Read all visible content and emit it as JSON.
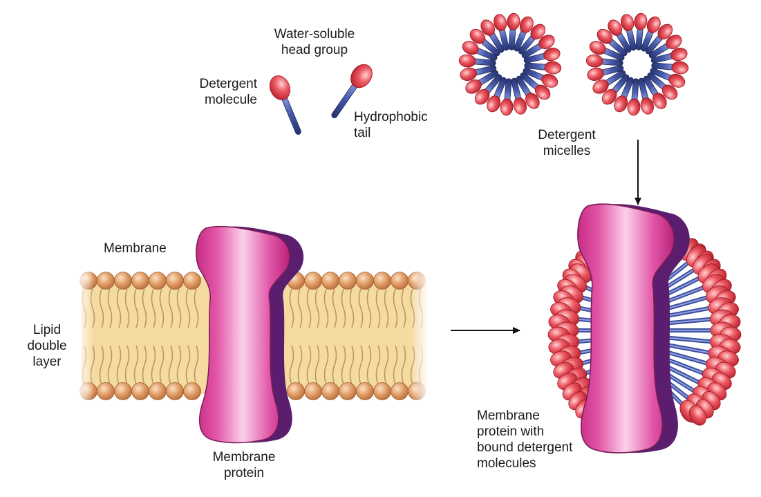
{
  "labels": {
    "head_group": "Water-soluble\nhead group",
    "detergent_molecule": "Detergent\nmolecule",
    "hydrophobic_tail": "Hydrophobic\ntail",
    "detergent_micelles": "Detergent\nmicelles",
    "membrane": "Membrane",
    "lipid_double_layer": "Lipid\ndouble\nlayer",
    "membrane_protein": "Membrane\nprotein",
    "protein_with_detergent": "Membrane\nprotein with\nbound detergent\nmolecules"
  },
  "colors": {
    "head": "#e8404f",
    "tail": "#3d4f9e",
    "protein": "#e2479d",
    "protein_shadow": "#5b1e6e",
    "lipid_head": "#e0a068",
    "lipid_bg": "#f6dba0"
  }
}
